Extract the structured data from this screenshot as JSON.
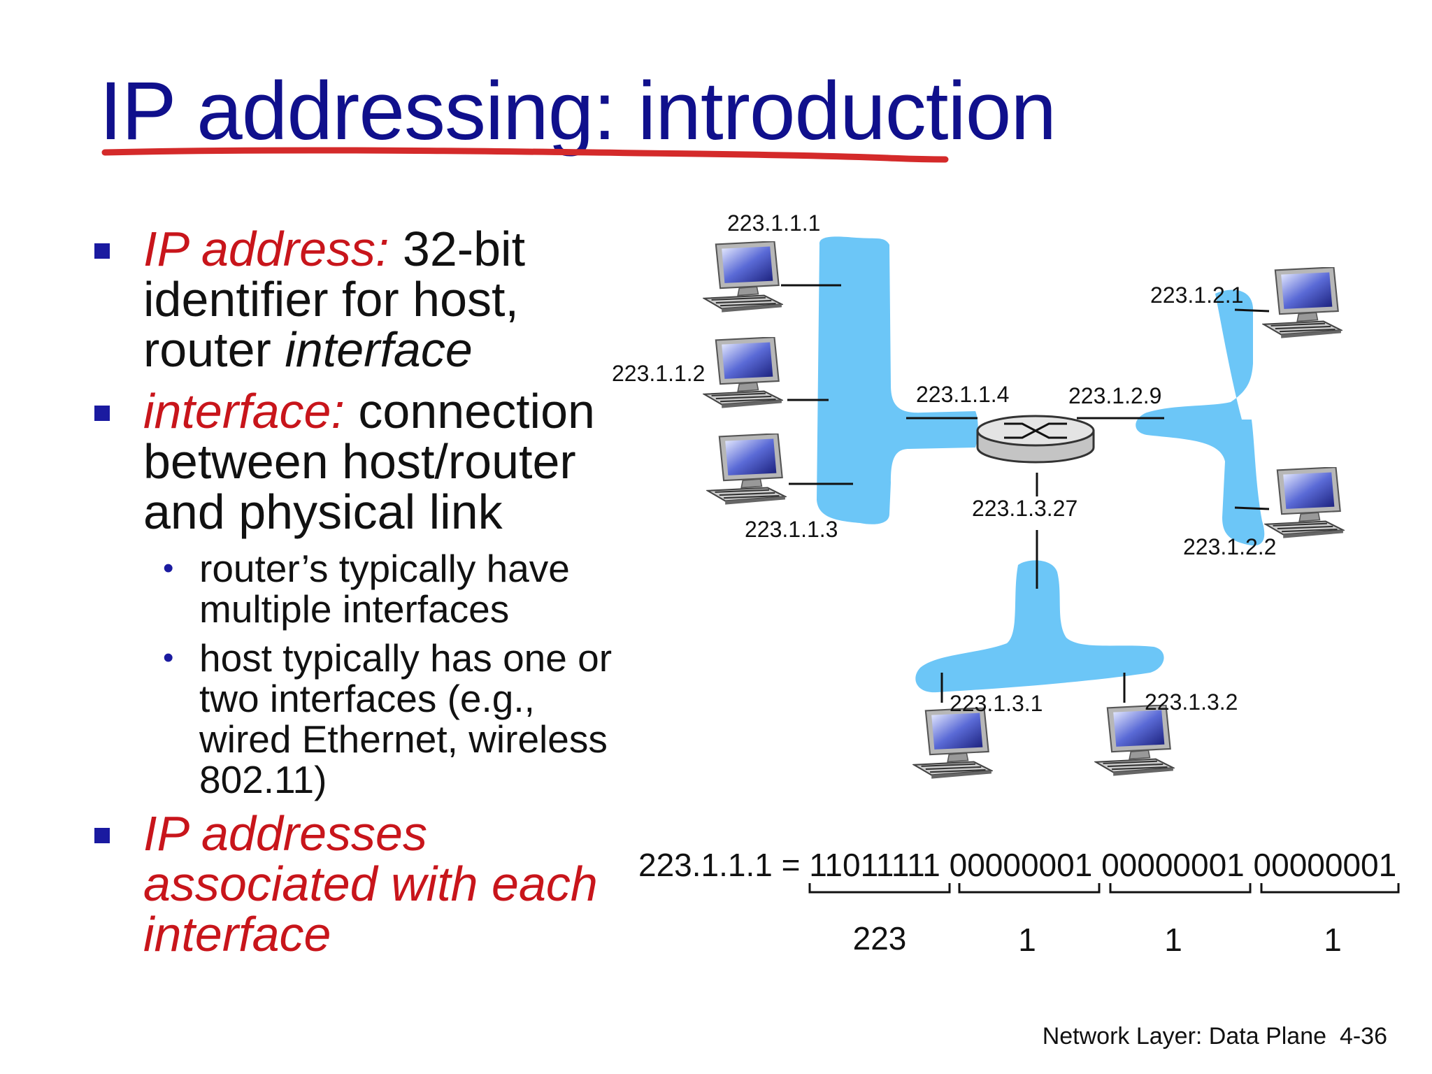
{
  "title": "IP addressing: introduction",
  "bullets": {
    "b1": {
      "term": "IP address:",
      "text1": " 32-bit",
      "line2": "identifier for host,",
      "line3a": "router ",
      "line3b": "interface"
    },
    "b2": {
      "term": "interface:",
      "text1": " connection",
      "line2": "between host/router",
      "line3": "and physical link"
    },
    "sub1": {
      "line1": "router’s typically have",
      "line2": "multiple interfaces"
    },
    "sub2": {
      "line1": "host typically has one or",
      "line2": "two interfaces (e.g.,",
      "line3": "wired Ethernet, wireless",
      "line4": "802.11)"
    },
    "b3": {
      "line1": "IP addresses",
      "line2": "associated with each",
      "line3": "interface"
    }
  },
  "diagram": {
    "labels": {
      "h111": "223.1.1.1",
      "h112": "223.1.1.2",
      "h113": "223.1.1.3",
      "r114": "223.1.1.4",
      "r129": "223.1.2.9",
      "h121": "223.1.2.1",
      "h122": "223.1.2.2",
      "r1327": "223.1.3.27",
      "h131": "223.1.3.1",
      "h132": "223.1.3.2"
    },
    "binary": {
      "equation": "223.1.1.1 = 11011111 00000001 00000001 00000001",
      "dec1": "223",
      "dec2": "1",
      "dec3": "1",
      "dec4": "1"
    },
    "colors": {
      "network": "#6cc6f7",
      "title": "#10108c",
      "emphasis": "#c8151b",
      "underline": "#d42a2a"
    }
  },
  "footer": {
    "chapter": "Network Layer: Data Plane",
    "page": "4-36"
  }
}
